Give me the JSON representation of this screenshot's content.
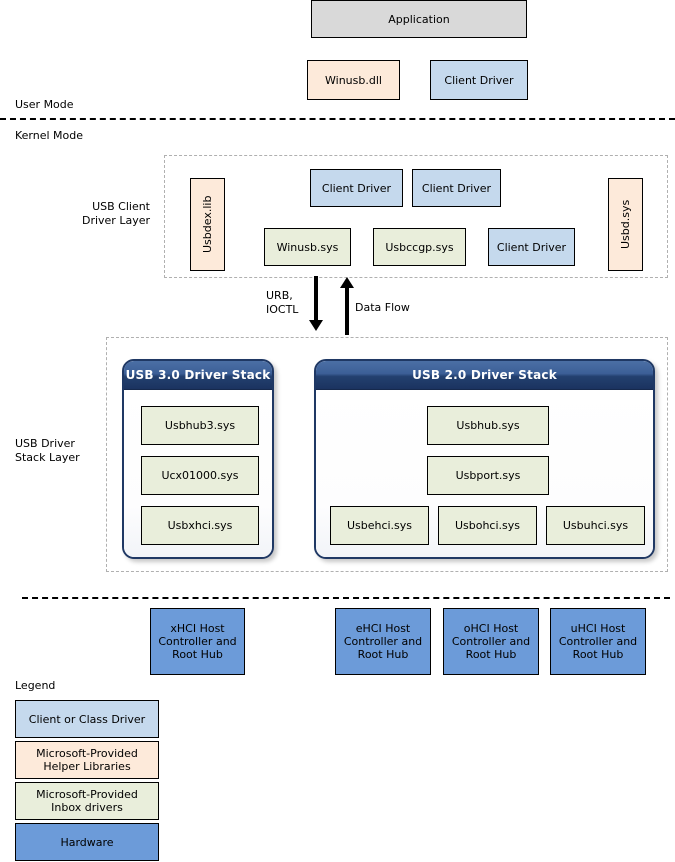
{
  "diagram": {
    "modes": {
      "user_mode_label": "User Mode",
      "kernel_mode_label": "Kernel Mode"
    },
    "layer_labels": {
      "client_driver_layer": "USB Client\nDriver Layer",
      "driver_stack_layer": "USB Driver\nStack Layer"
    },
    "user_mode": {
      "application": "Application",
      "winusb_dll": "Winusb.dll",
      "client_driver": "Client Driver"
    },
    "client_driver_layer": {
      "usbdex_lib": "Usbdex.lib",
      "client_driver_1": "Client Driver",
      "client_driver_2": "Client Driver",
      "usbd_sys": "Usbd.sys",
      "winusb_sys": "Winusb.sys",
      "usbccgp_sys": "Usbccgp.sys",
      "client_driver_3": "Client Driver"
    },
    "flow": {
      "down_label": "URB,\nIOCTL",
      "up_label": "Data Flow"
    },
    "usb3_stack": {
      "title": "USB 3.0 Driver Stack",
      "items": [
        "Usbhub3.sys",
        "Ucx01000.sys",
        "Usbxhci.sys"
      ]
    },
    "usb2_stack": {
      "title": "USB 2.0 Driver Stack",
      "items": [
        "Usbhub.sys",
        "Usbport.sys"
      ],
      "controllers": [
        "Usbehci.sys",
        "Usbohci.sys",
        "Usbuhci.sys"
      ]
    },
    "hardware": {
      "xhci": "xHCI Host\nController and\nRoot Hub",
      "ehci": "eHCI Host\nController and\nRoot Hub",
      "ohci": "oHCI Host\nController and\nRoot Hub",
      "uhci": "uHCI Host\nController and\nRoot Hub"
    },
    "legend": {
      "title": "Legend",
      "items": [
        {
          "label": "Client or Class Driver",
          "color": "#c5d9ed"
        },
        {
          "label": "Microsoft-Provided\nHelper Libraries",
          "color": "#fdeada"
        },
        {
          "label": "Microsoft-Provided\nInbox drivers",
          "color": "#e9eedb"
        },
        {
          "label": "Hardware",
          "color": "#6c9bd9"
        }
      ]
    },
    "colors": {
      "client_driver": "#c5d9ed",
      "helper_library": "#fdeada",
      "inbox_driver": "#e9eedb",
      "hardware": "#6c9bd9",
      "application": "#d9d9d9",
      "stack_header": "#1f3864"
    }
  }
}
